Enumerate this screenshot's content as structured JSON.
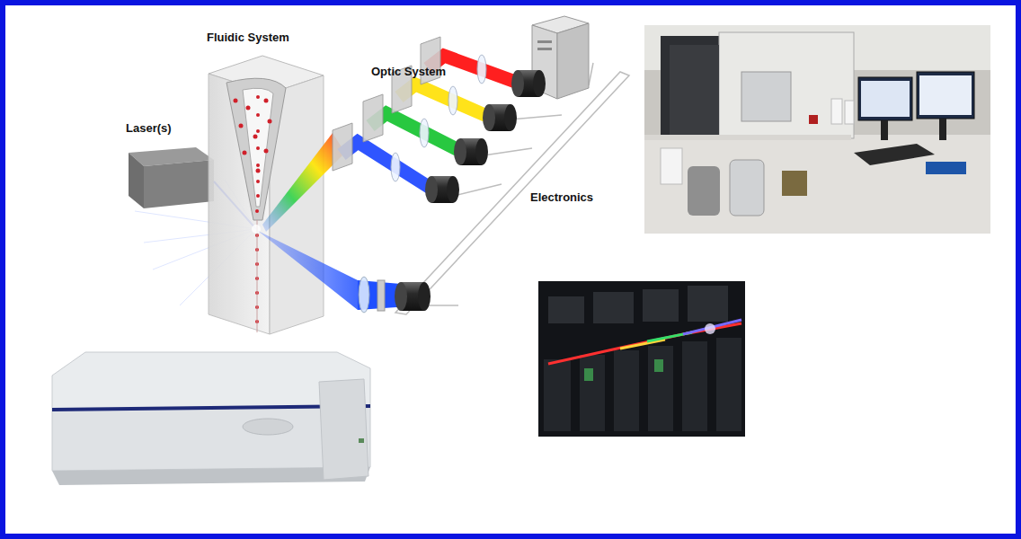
{
  "diagram": {
    "labels": [
      "Fluidic System",
      "Laser(s)",
      "Optic System",
      "Electronics"
    ]
  }
}
